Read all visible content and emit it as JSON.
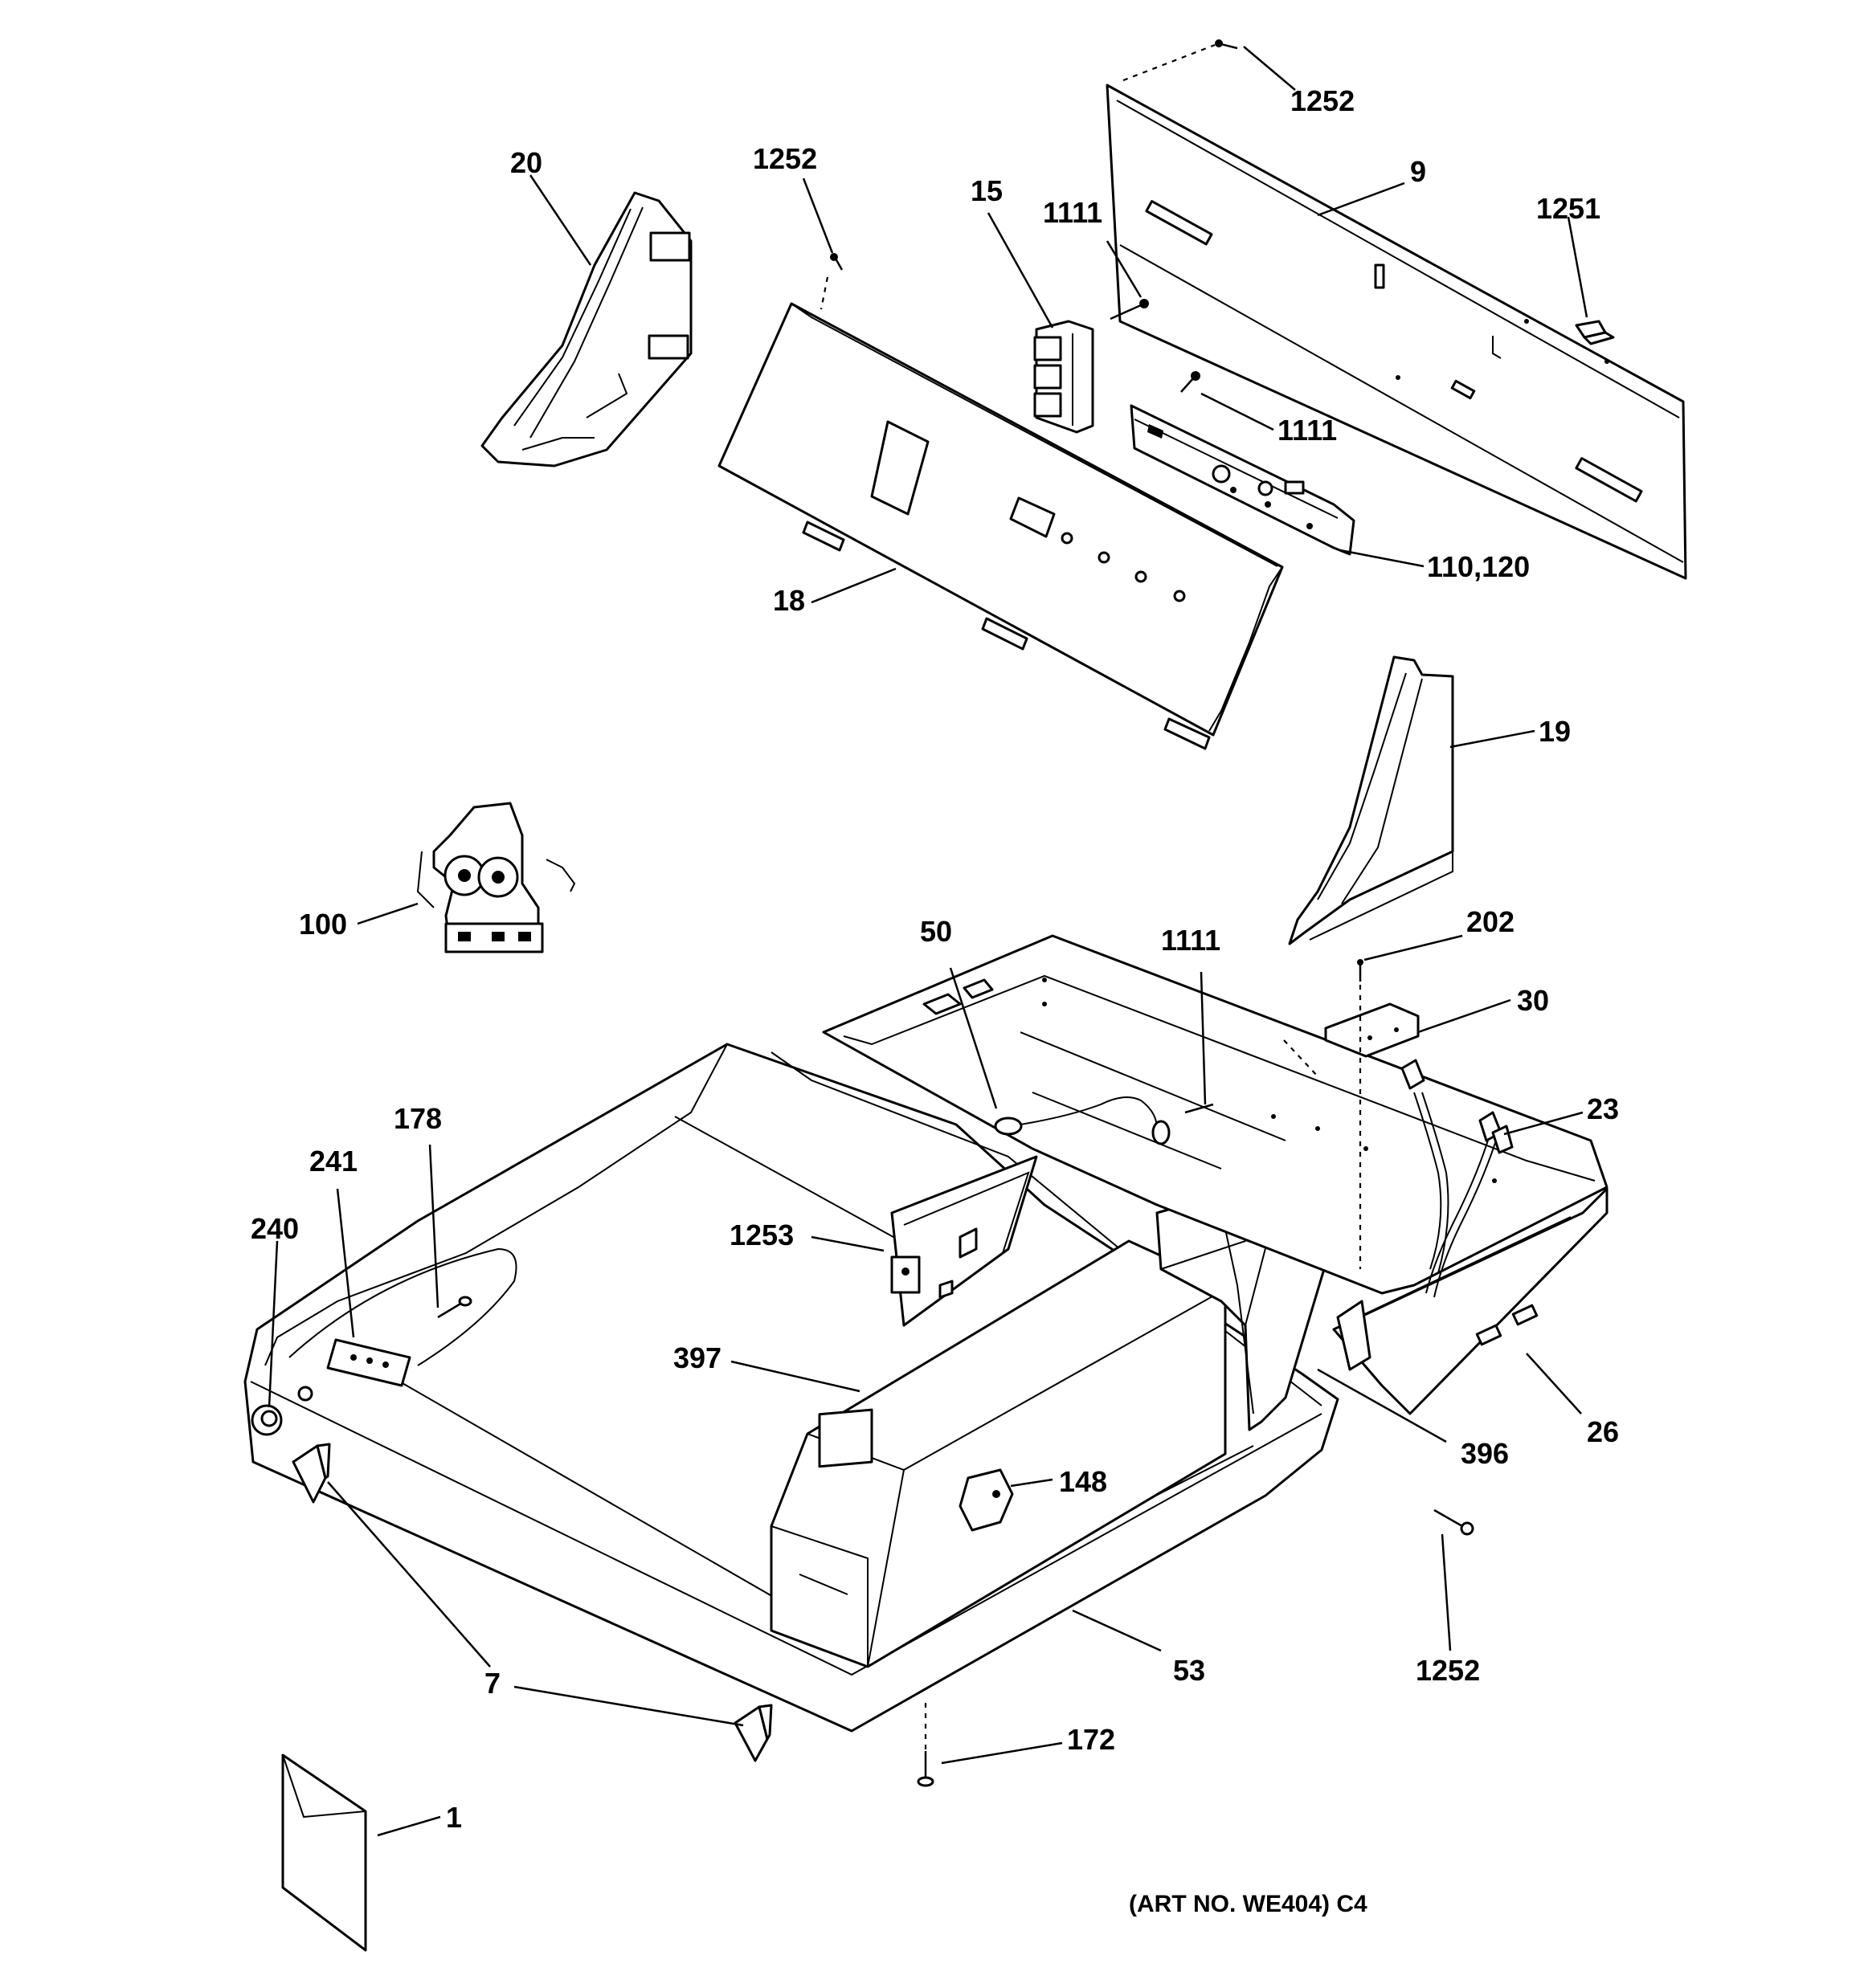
{
  "callouts": {
    "p1252_top_right": "1252",
    "p9": "9",
    "p1251": "1251",
    "p20": "20",
    "p1252_top": "1252",
    "p15": "15",
    "p1111_top": "1111",
    "p1111_mid": "1111",
    "p110_120": "110,120",
    "p18": "18",
    "p19": "19",
    "p100": "100",
    "p50": "50",
    "p1111_base": "1111",
    "p202": "202",
    "p30": "30",
    "p23": "23",
    "p178": "178",
    "p241": "241",
    "p240": "240",
    "p1253": "1253",
    "p397": "397",
    "p396": "396",
    "p26": "26",
    "p148": "148",
    "p1252_bottom": "1252",
    "p53": "53",
    "p7": "7",
    "p172": "172",
    "p1": "1"
  },
  "art_number": "(ART NO. WE404) C4"
}
